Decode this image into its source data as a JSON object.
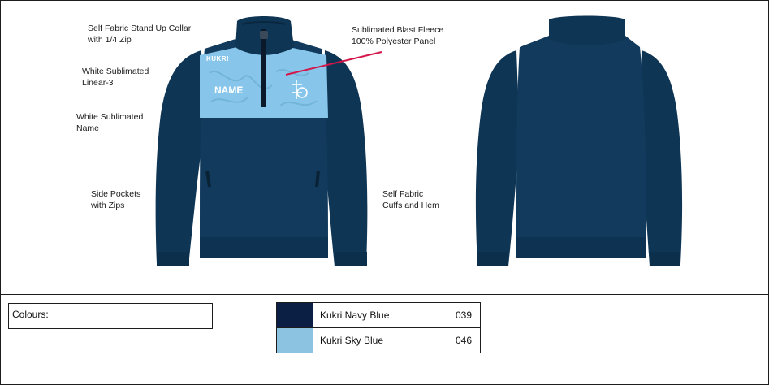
{
  "notes": {
    "collar": "Self Fabric Stand Up Collar\nwith 1/4 Zip",
    "linear": "White Sublimated\nLinear-3",
    "name": "White Sublimated\nName",
    "pockets": "Side Pockets\nwith Zips",
    "fleece": "Sublimated Blast Fleece\n100% Polyester Panel",
    "cuffs": "Self Fabric\nCuffs and Hem"
  },
  "front": {
    "brand": "KUKRI",
    "player_name": "NAME"
  },
  "colours": {
    "label": "Colours:",
    "items": [
      {
        "name": "Kukri Navy Blue",
        "code": "039",
        "hex": "#0b1e44"
      },
      {
        "name": "Kukri Sky Blue",
        "code": "046",
        "hex": "#8cc3e0"
      }
    ]
  },
  "palette": {
    "navy": "#0f3554",
    "navy_dark": "#0a2740",
    "sky": "#87c6ea",
    "pointer": "#d4154a"
  }
}
